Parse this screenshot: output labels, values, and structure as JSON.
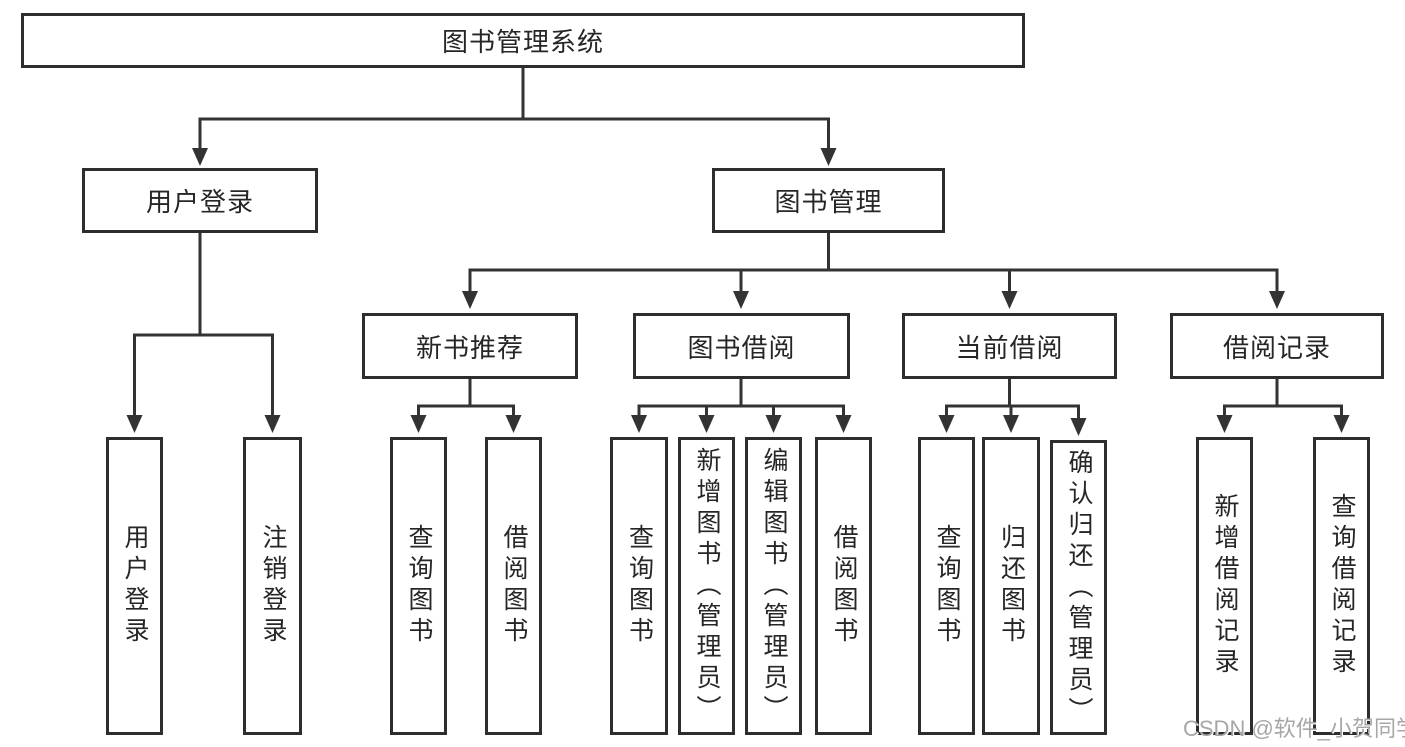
{
  "diagram_title": "图书管理系统",
  "tree": {
    "label": "图书管理系统",
    "children": [
      {
        "label": "用户登录",
        "children": [
          {
            "label": "用户登录"
          },
          {
            "label": "注销登录"
          }
        ]
      },
      {
        "label": "图书管理",
        "children": [
          {
            "label": "新书推荐",
            "children": [
              {
                "label": "查询图书"
              },
              {
                "label": "借阅图书"
              }
            ]
          },
          {
            "label": "图书借阅",
            "children": [
              {
                "label": "查询图书"
              },
              {
                "label": "新增图书（管理员）"
              },
              {
                "label": "编辑图书（管理员）"
              },
              {
                "label": "借阅图书"
              }
            ]
          },
          {
            "label": "当前借阅",
            "children": [
              {
                "label": "查询图书"
              },
              {
                "label": "归还图书"
              },
              {
                "label": "确认归还（管理员）"
              }
            ]
          },
          {
            "label": "借阅记录",
            "children": [
              {
                "label": "新增借阅记录"
              },
              {
                "label": "查询借阅记录"
              }
            ]
          }
        ]
      }
    ]
  },
  "watermark": {
    "text": "CSDN @软件_小贺同学"
  },
  "colors": {
    "line": "#333333",
    "box_border": "#2d2d2d",
    "box_background": "#ffffff",
    "text": "#262626",
    "watermark": "#a7a7a7",
    "background": "#ffffff"
  }
}
